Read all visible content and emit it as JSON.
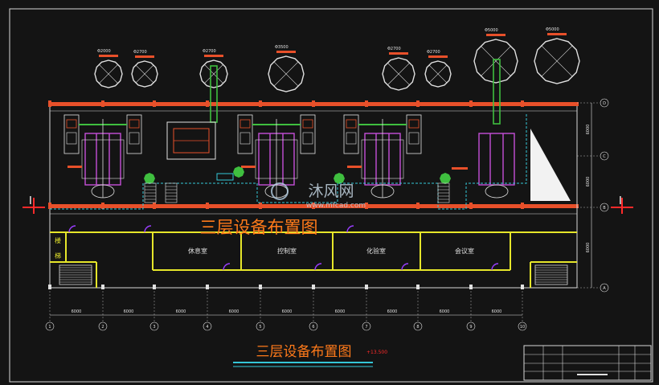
{
  "drawing": {
    "overlay_title": "三层设备布置图",
    "bottom_title": "三层设备布置图",
    "elevation_tag": "+13.500",
    "watermark_text": "沐风网",
    "watermark_url": "www.mfcad.com",
    "section_mark_left": "I",
    "section_mark_right": "I"
  },
  "rooms": [
    "休息室",
    "控制室",
    "化验室",
    "会议室"
  ],
  "stair_labels": [
    "楼",
    "梯"
  ],
  "row_axes": [
    "D",
    "C",
    "B",
    "A"
  ],
  "column_axes": [
    "1",
    "2",
    "3",
    "4",
    "5",
    "6",
    "7",
    "8",
    "9",
    "10"
  ],
  "row_dims": [
    "6000",
    "6000",
    "6000"
  ],
  "column_dims": [
    "6000",
    "6000",
    "6000",
    "6000",
    "6000",
    "6000",
    "6000",
    "6000",
    "6000"
  ],
  "tank_dims": [
    "Φ2000",
    "Φ2700",
    "Φ2700",
    "Φ3500",
    "Φ2700",
    "Φ2700",
    "Φ2500",
    "Φ5000",
    "Φ5000",
    "Φ5000"
  ],
  "colors": {
    "background": "#141414",
    "frame": "#d8d8d8",
    "beam": "#e8502a",
    "wall": "#e6e62a",
    "equipment": "#e0e0e0",
    "vessel": "#c64fd8",
    "green": "#3fbf3f",
    "cyan": "#35c7d8",
    "title": "#ff7a1a",
    "red": "#ff2a2a",
    "door": "#9a3dff"
  }
}
